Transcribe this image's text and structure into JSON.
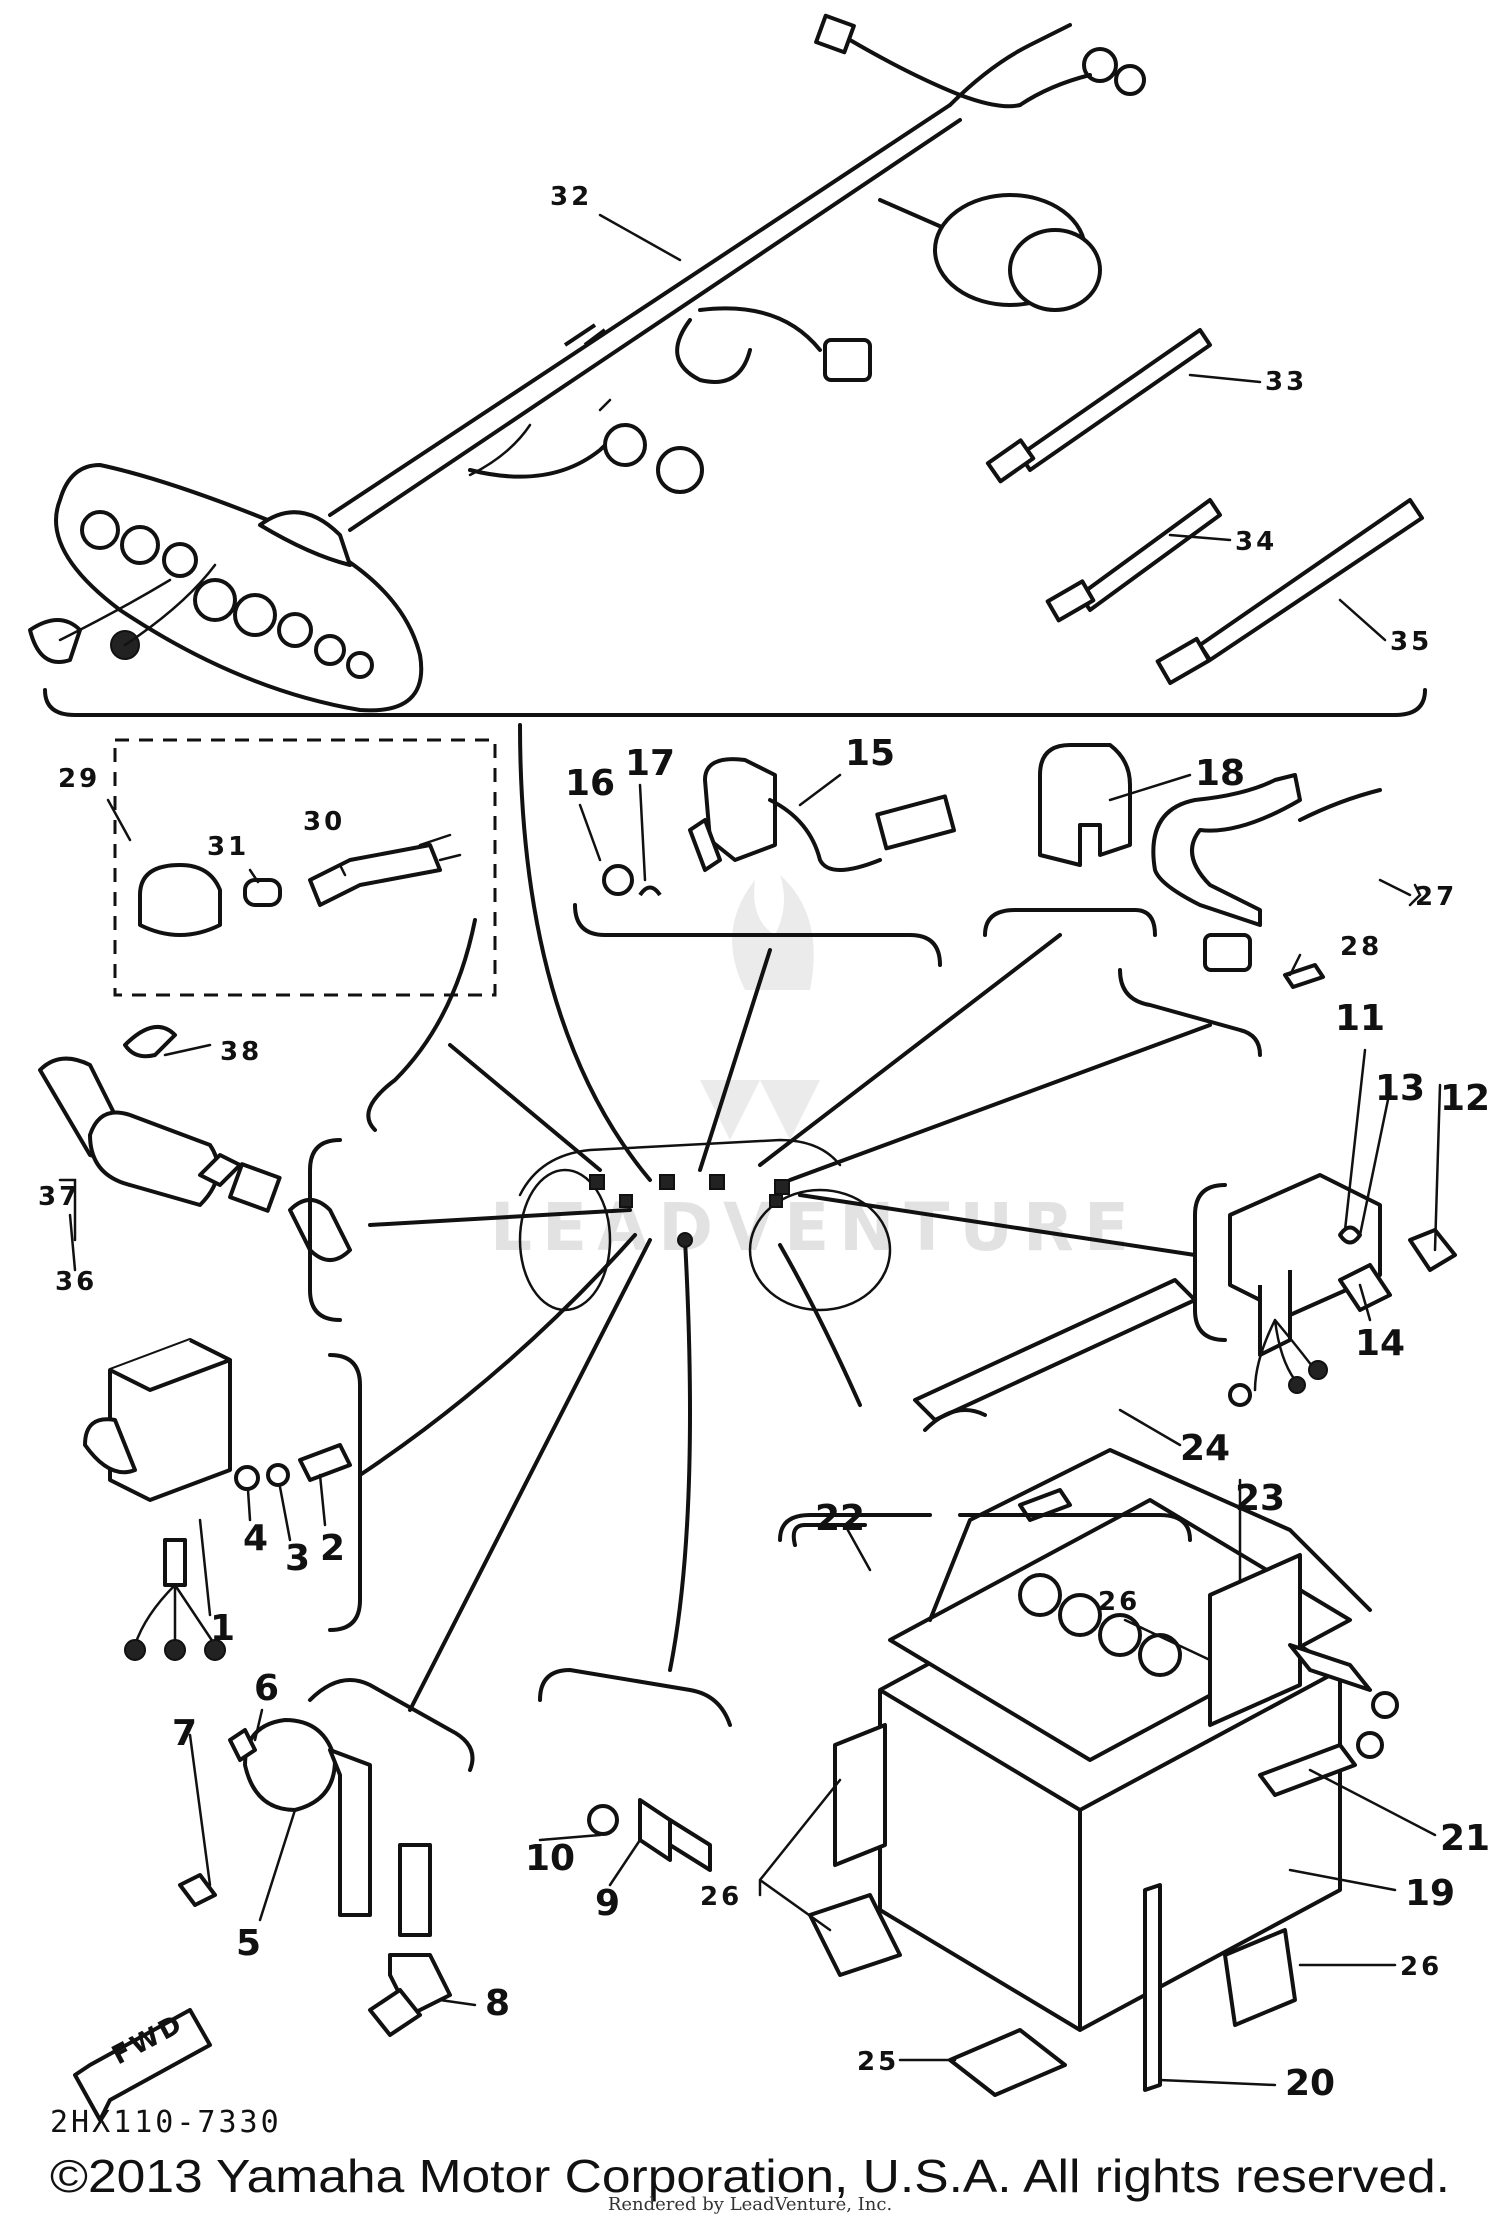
{
  "diagram": {
    "part_numbers": [
      "1",
      "2",
      "3",
      "4",
      "5",
      "6",
      "7",
      "8",
      "9",
      "10",
      "11",
      "12",
      "13",
      "14",
      "15",
      "16",
      "17",
      "18",
      "19",
      "20",
      "21",
      "22",
      "23",
      "24",
      "25",
      "26",
      "26",
      "26",
      "26",
      "27",
      "28",
      "29",
      "30",
      "31",
      "32",
      "33",
      "34",
      "35",
      "36",
      "37",
      "38"
    ],
    "fwd_label": "FWD",
    "drawing_code": "2HX110-7330",
    "watermark": "LEADVENTURE",
    "copyright": "©2013 Yamaha Motor Corporation, U.S.A. All rights reserved.",
    "rendered_by": "Rendered by LeadVenture, Inc."
  }
}
